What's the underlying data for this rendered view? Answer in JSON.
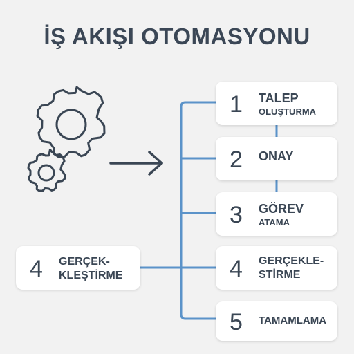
{
  "title": "İŞ AKIŞI OTOMASYONU",
  "steps": [
    {
      "number": "1",
      "line1": "TALEP",
      "line2": "OLUŞTURMA"
    },
    {
      "number": "2",
      "line1": "ONAY",
      "line2": ""
    },
    {
      "number": "3",
      "line1": "GÖREV",
      "line2": "ATAMA"
    },
    {
      "number": "4",
      "line1": "GERÇEKLE-",
      "line2": "STİRME"
    },
    {
      "number": "5",
      "line1": "TAMAMLAMA",
      "line2": ""
    }
  ],
  "side_step": {
    "number": "4",
    "line1": "GERÇEK-",
    "line2": "KLEŞTİRME"
  },
  "icons": [
    "gears-icon",
    "arrow-right-icon"
  ],
  "colors": {
    "background": "#f2f2f2",
    "text": "#3a4654",
    "connector": "#5b93c9",
    "card": "#ffffff"
  }
}
